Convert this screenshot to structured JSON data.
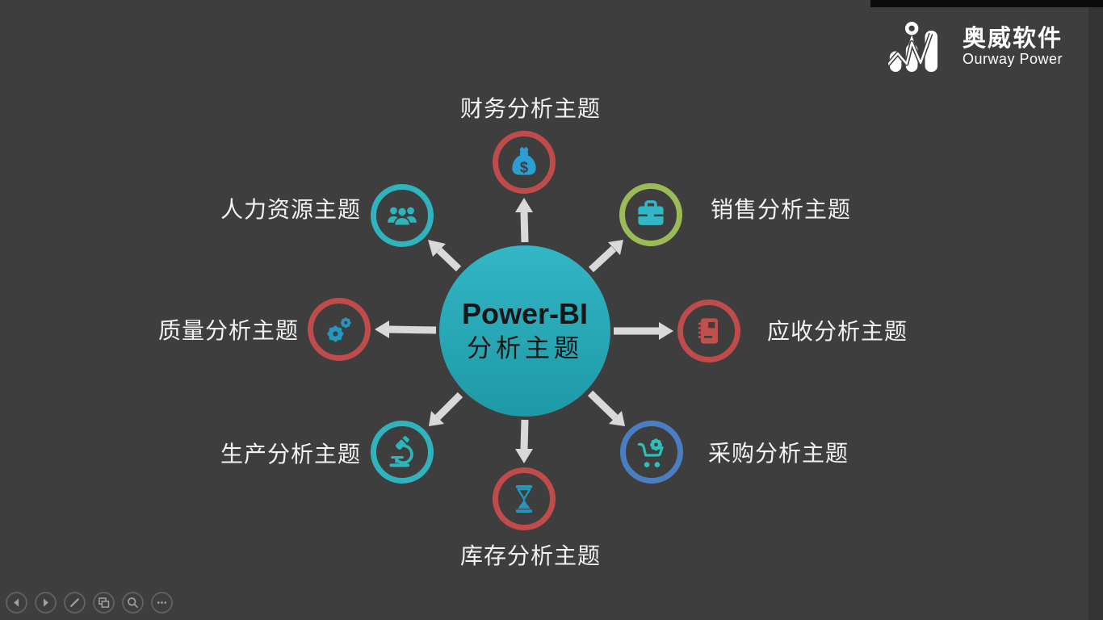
{
  "slide": {
    "background_color": "#3e3e3e"
  },
  "logo": {
    "company_cn": "奥威软件",
    "company_en": "Ourway Power",
    "icon": "bar-chart-person-icon",
    "color": "#ffffff"
  },
  "center": {
    "title": "Power-BI",
    "subtitle": "分析主题",
    "bg_top": "#33b6c5",
    "bg_bottom": "#1e99a6",
    "text_color": "#161616"
  },
  "diagram": {
    "arrow_color": "#d9d9d9"
  },
  "nodes": [
    {
      "label": "财务分析主题",
      "icon": "money-bag-icon",
      "icon_glyph": "$",
      "ring_color": "#bf4c4a",
      "icon_color": "#2b9fd3",
      "position": "top"
    },
    {
      "label": "销售分析主题",
      "icon": "briefcase-icon",
      "ring_color": "#9bbb59",
      "icon_color": "#31b7c5",
      "position": "top-right"
    },
    {
      "label": "应收分析主题",
      "icon": "notebook-icon",
      "ring_color": "#bf4c4a",
      "icon_color": "#c0504d",
      "position": "right"
    },
    {
      "label": "采购分析主题",
      "icon": "cart-gear-icon",
      "ring_color": "#4a7ec2",
      "icon_color": "#2fc0b8",
      "position": "bottom-right"
    },
    {
      "label": "库存分析主题",
      "icon": "hourglass-icon",
      "ring_color": "#bf4c4a",
      "icon_color": "#2596be",
      "position": "bottom"
    },
    {
      "label": "生产分析主题",
      "icon": "microscope-icon",
      "ring_color": "#2fb3bd",
      "icon_color": "#2fb3bd",
      "position": "bottom-left"
    },
    {
      "label": "质量分析主题",
      "icon": "gears-icon",
      "ring_color": "#bf4c4a",
      "icon_color": "#2596be",
      "position": "left"
    },
    {
      "label": "人力资源主题",
      "icon": "people-icon",
      "ring_color": "#2fb3bd",
      "icon_color": "#2fb3bd",
      "position": "top-left"
    }
  ],
  "controls": {
    "items": [
      {
        "icon": "previous-arrow"
      },
      {
        "icon": "next-arrow"
      },
      {
        "icon": "pen"
      },
      {
        "icon": "slide-browser"
      },
      {
        "icon": "magnifier"
      },
      {
        "icon": "more-options"
      }
    ],
    "border_color": "#5f5f5f",
    "icon_color": "#a0a0a0"
  }
}
